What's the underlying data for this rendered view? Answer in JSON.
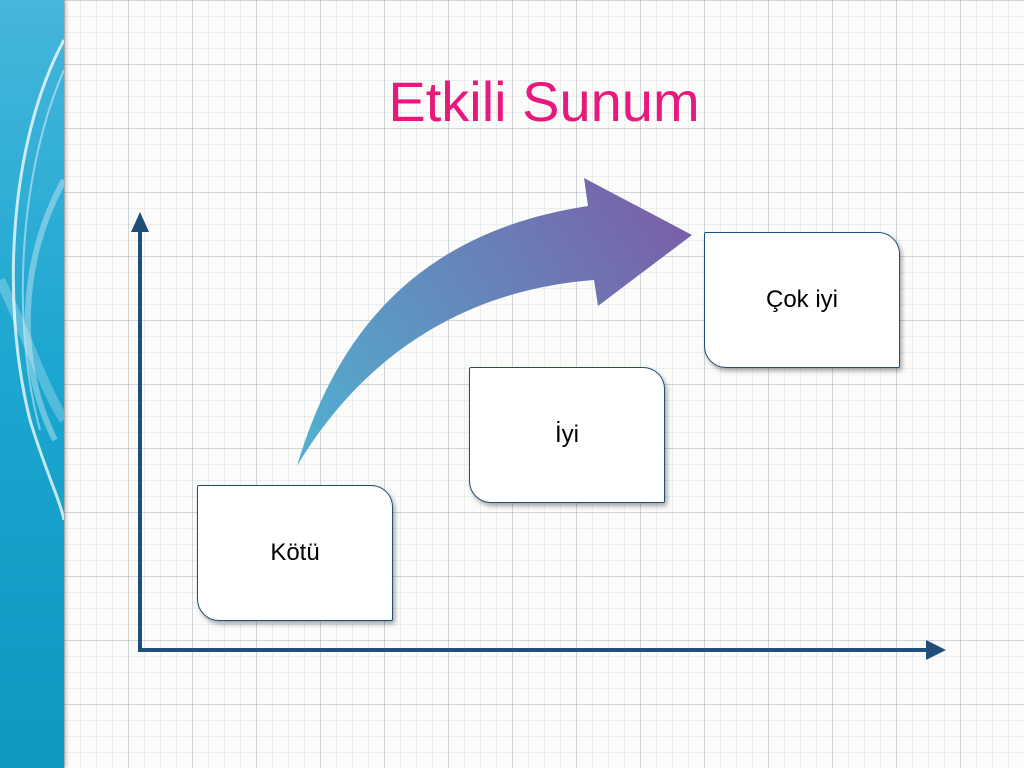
{
  "slide": {
    "title": "Etkili Sunum"
  },
  "boxes": [
    {
      "label": "Kötü"
    },
    {
      "label": "İyi"
    },
    {
      "label": "Çok iyi"
    }
  ],
  "colors": {
    "title": "#e8197c",
    "axis": "#1f4e79",
    "arrow_start": "#4fb2d0",
    "arrow_end": "#7a5ea8",
    "band": "#1aa6cf"
  },
  "icons": {
    "axes": "axis-arrows",
    "growth": "curved-arrow-up-right"
  }
}
